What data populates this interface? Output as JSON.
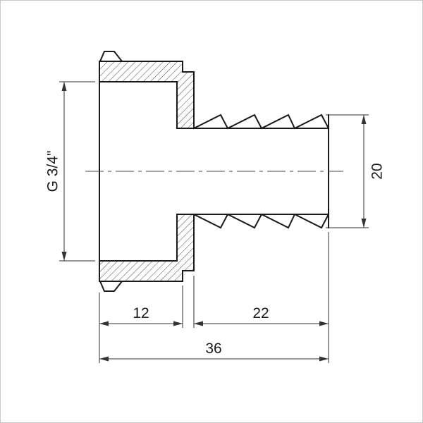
{
  "drawing": {
    "labels": {
      "thread_size": "G 3/4\"",
      "barb_outer_diameter": "20",
      "thread_section_length": "12",
      "barb_section_length": "22",
      "overall_length": "36"
    },
    "colors": {
      "outline": "#1a1a1a",
      "dimension_lines": "#333333",
      "hatch": "#4a4a4a",
      "background": "#ffffff",
      "frame_border": "#c8c8c8"
    }
  }
}
